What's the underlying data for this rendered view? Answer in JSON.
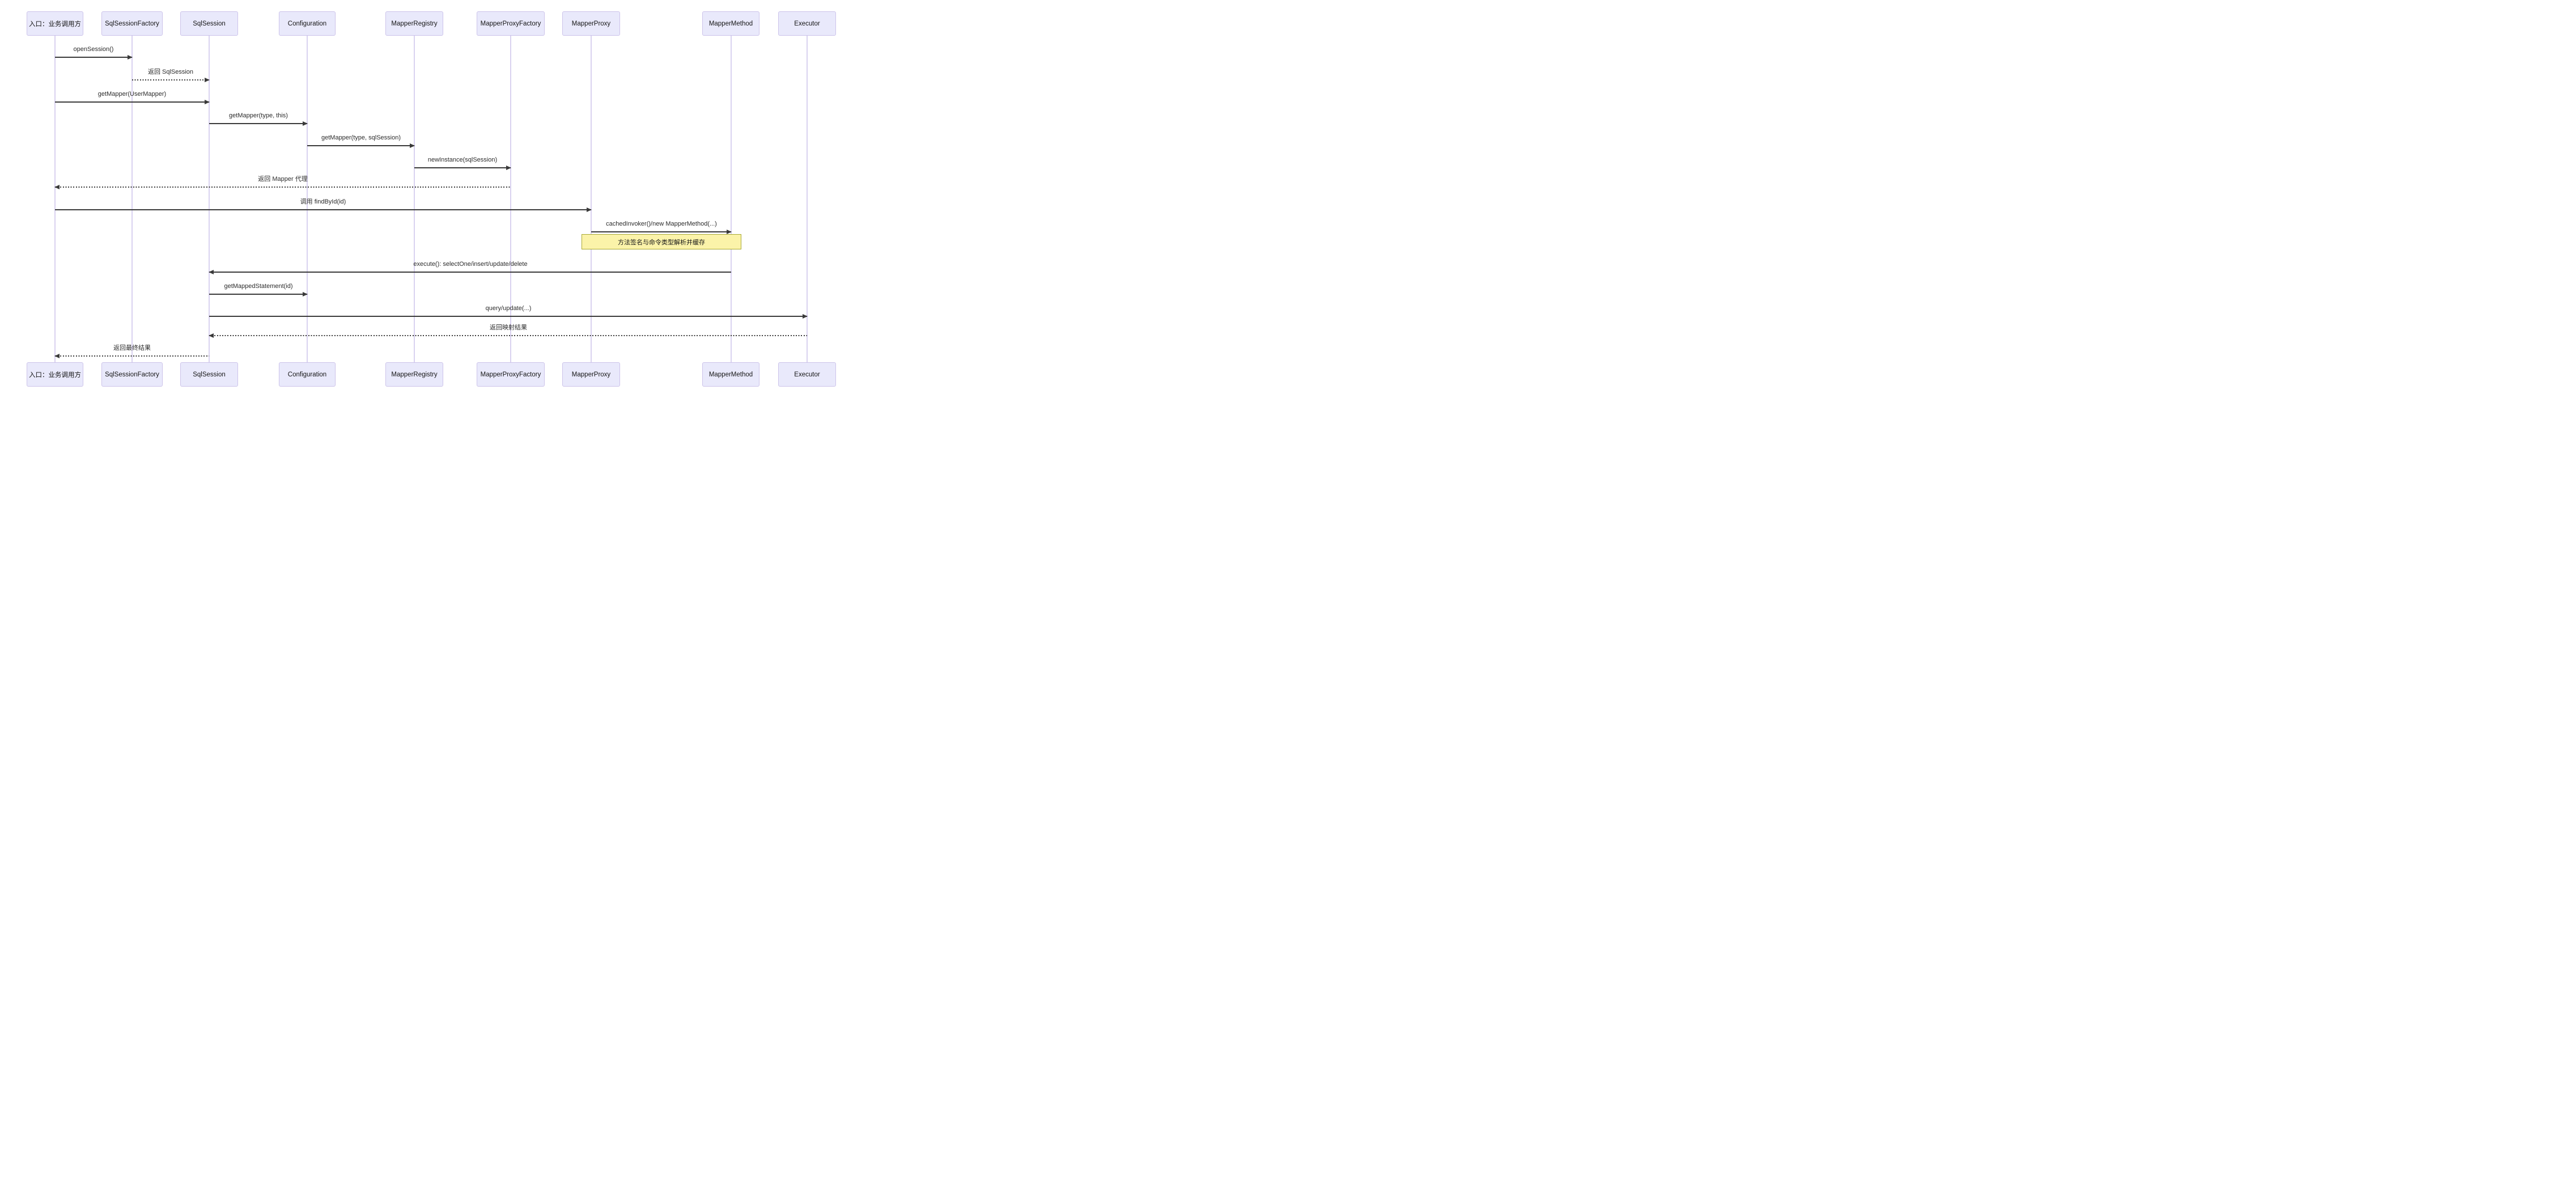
{
  "diagram": {
    "type": "sequence-diagram",
    "participants": [
      {
        "label": "入口：业务调用方"
      },
      {
        "label": "SqlSessionFactory"
      },
      {
        "label": "SqlSession"
      },
      {
        "label": "Configuration"
      },
      {
        "label": "MapperRegistry"
      },
      {
        "label": "MapperProxyFactory"
      },
      {
        "label": "MapperProxy"
      },
      {
        "label": "MapperMethod"
      },
      {
        "label": "Executor"
      }
    ],
    "messages": [
      {
        "label": "openSession()",
        "from": "入口：业务调用方",
        "to": "SqlSessionFactory",
        "line": "solid",
        "arrow": "right"
      },
      {
        "label": "返回 SqlSession",
        "from": "SqlSessionFactory",
        "to": "SqlSession",
        "line": "dotted",
        "arrow": "right"
      },
      {
        "label": "getMapper(UserMapper)",
        "from": "入口：业务调用方",
        "to": "SqlSession",
        "line": "solid",
        "arrow": "right"
      },
      {
        "label": "getMapper(type, this)",
        "from": "SqlSession",
        "to": "Configuration",
        "line": "solid",
        "arrow": "right"
      },
      {
        "label": "getMapper(type, sqlSession)",
        "from": "Configuration",
        "to": "MapperRegistry",
        "line": "solid",
        "arrow": "right"
      },
      {
        "label": "newInstance(sqlSession)",
        "from": "MapperRegistry",
        "to": "MapperProxyFactory",
        "line": "solid",
        "arrow": "right"
      },
      {
        "label": "返回 Mapper 代理",
        "from": "MapperProxyFactory",
        "to": "入口：业务调用方",
        "line": "dotted",
        "arrow": "left"
      },
      {
        "label": "调用 findById(id)",
        "from": "入口：业务调用方",
        "to": "MapperProxy",
        "line": "solid",
        "arrow": "right"
      },
      {
        "label": "cachedInvoker()/new MapperMethod(...)",
        "from": "MapperProxy",
        "to": "MapperMethod",
        "line": "solid",
        "arrow": "right"
      },
      {
        "label": "execute(): selectOne/insert/update/delete",
        "from": "MapperMethod",
        "to": "SqlSession",
        "line": "solid",
        "arrow": "left"
      },
      {
        "label": "getMappedStatement(id)",
        "from": "SqlSession",
        "to": "Configuration",
        "line": "solid",
        "arrow": "right"
      },
      {
        "label": "query/update(...)",
        "from": "SqlSession",
        "to": "Executor",
        "line": "solid",
        "arrow": "right"
      },
      {
        "label": "返回映射结果",
        "from": "Executor",
        "to": "SqlSession",
        "line": "dotted",
        "arrow": "left"
      },
      {
        "label": "返回最终结果",
        "from": "SqlSession",
        "to": "入口：业务调用方",
        "line": "dotted",
        "arrow": "left"
      }
    ],
    "notes": [
      {
        "text": "方法签名与命令类型解析并缓存",
        "over": [
          "MapperProxy",
          "MapperMethod"
        ]
      }
    ],
    "colors": {
      "participant_fill": "#E9E9FB",
      "participant_border": "#CCC3EA",
      "lifeline": "#D9D2F0",
      "message_line": "#3A3A3A",
      "note_fill": "#FBF3A9",
      "note_border": "#A9A933",
      "text": "#1F1F1F",
      "background": "#FFFFFF"
    }
  }
}
